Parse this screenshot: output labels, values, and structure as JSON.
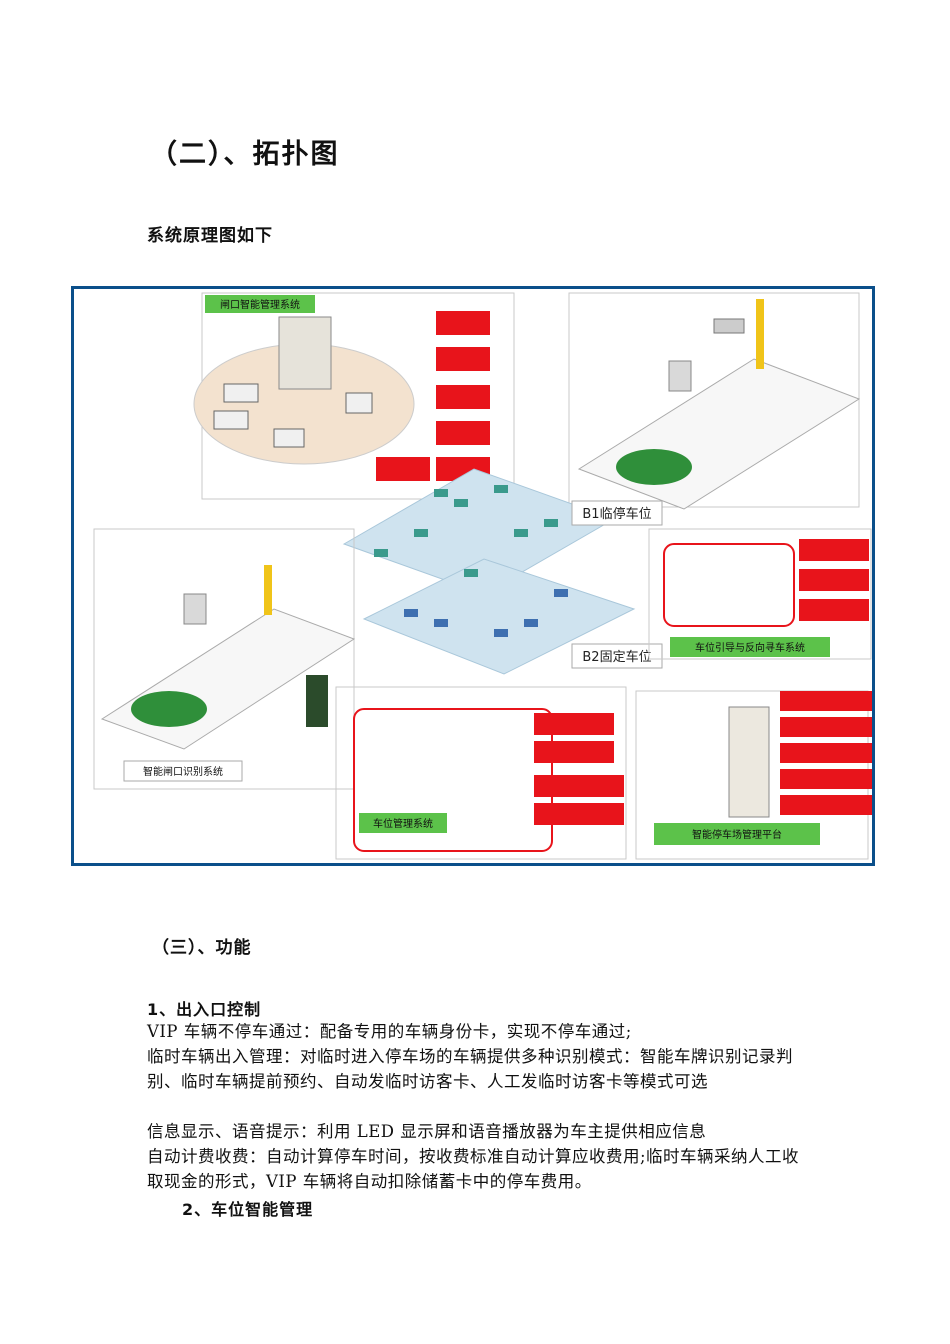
{
  "section2": {
    "title": "（二）、拓扑图",
    "caption": "系统原理图如下"
  },
  "diagram": {
    "labels": {
      "top_left_system": "闸口智能管理系统",
      "b1": "B1临停车位",
      "b2": "B2固定车位",
      "guidance": "车位引导与反向寻车系统",
      "gate_recognition": "智能闸口识别系统",
      "space_mgmt": "车位管理系统",
      "platform": "智能停车场管理平台"
    },
    "colors": {
      "frame": "#0b4f8a",
      "red_box": "#e8141b",
      "green_box": "#5cc24a",
      "zone_fill": "#f3e2cf",
      "lot_fill": "#cfe3ef"
    }
  },
  "section3": {
    "title": "（三）、功能",
    "item1_title": "1、出入口控制",
    "p1": " VIP 车辆不停车通过：配备专用的车辆身份卡，实现不停车通过;",
    "p2": " 临时车辆出入管理：对临时进入停车场的车辆提供多种识别模式：智能车牌识别记录判别、临时车辆提前预约、自动发临时访客卡、人工发临时访客卡等模式可选",
    "p3": " 信息显示、语音提示：利用 LED 显示屏和语音播放器为车主提供相应信息",
    "p4": "      自动计费收费：自动计算停车时间，按收费标准自动计算应收费用;临时车辆采纳人工收取现金的形式，VIP 车辆将自动扣除储蓄卡中的停车费用。",
    "item2_title": "2、车位智能管理"
  }
}
